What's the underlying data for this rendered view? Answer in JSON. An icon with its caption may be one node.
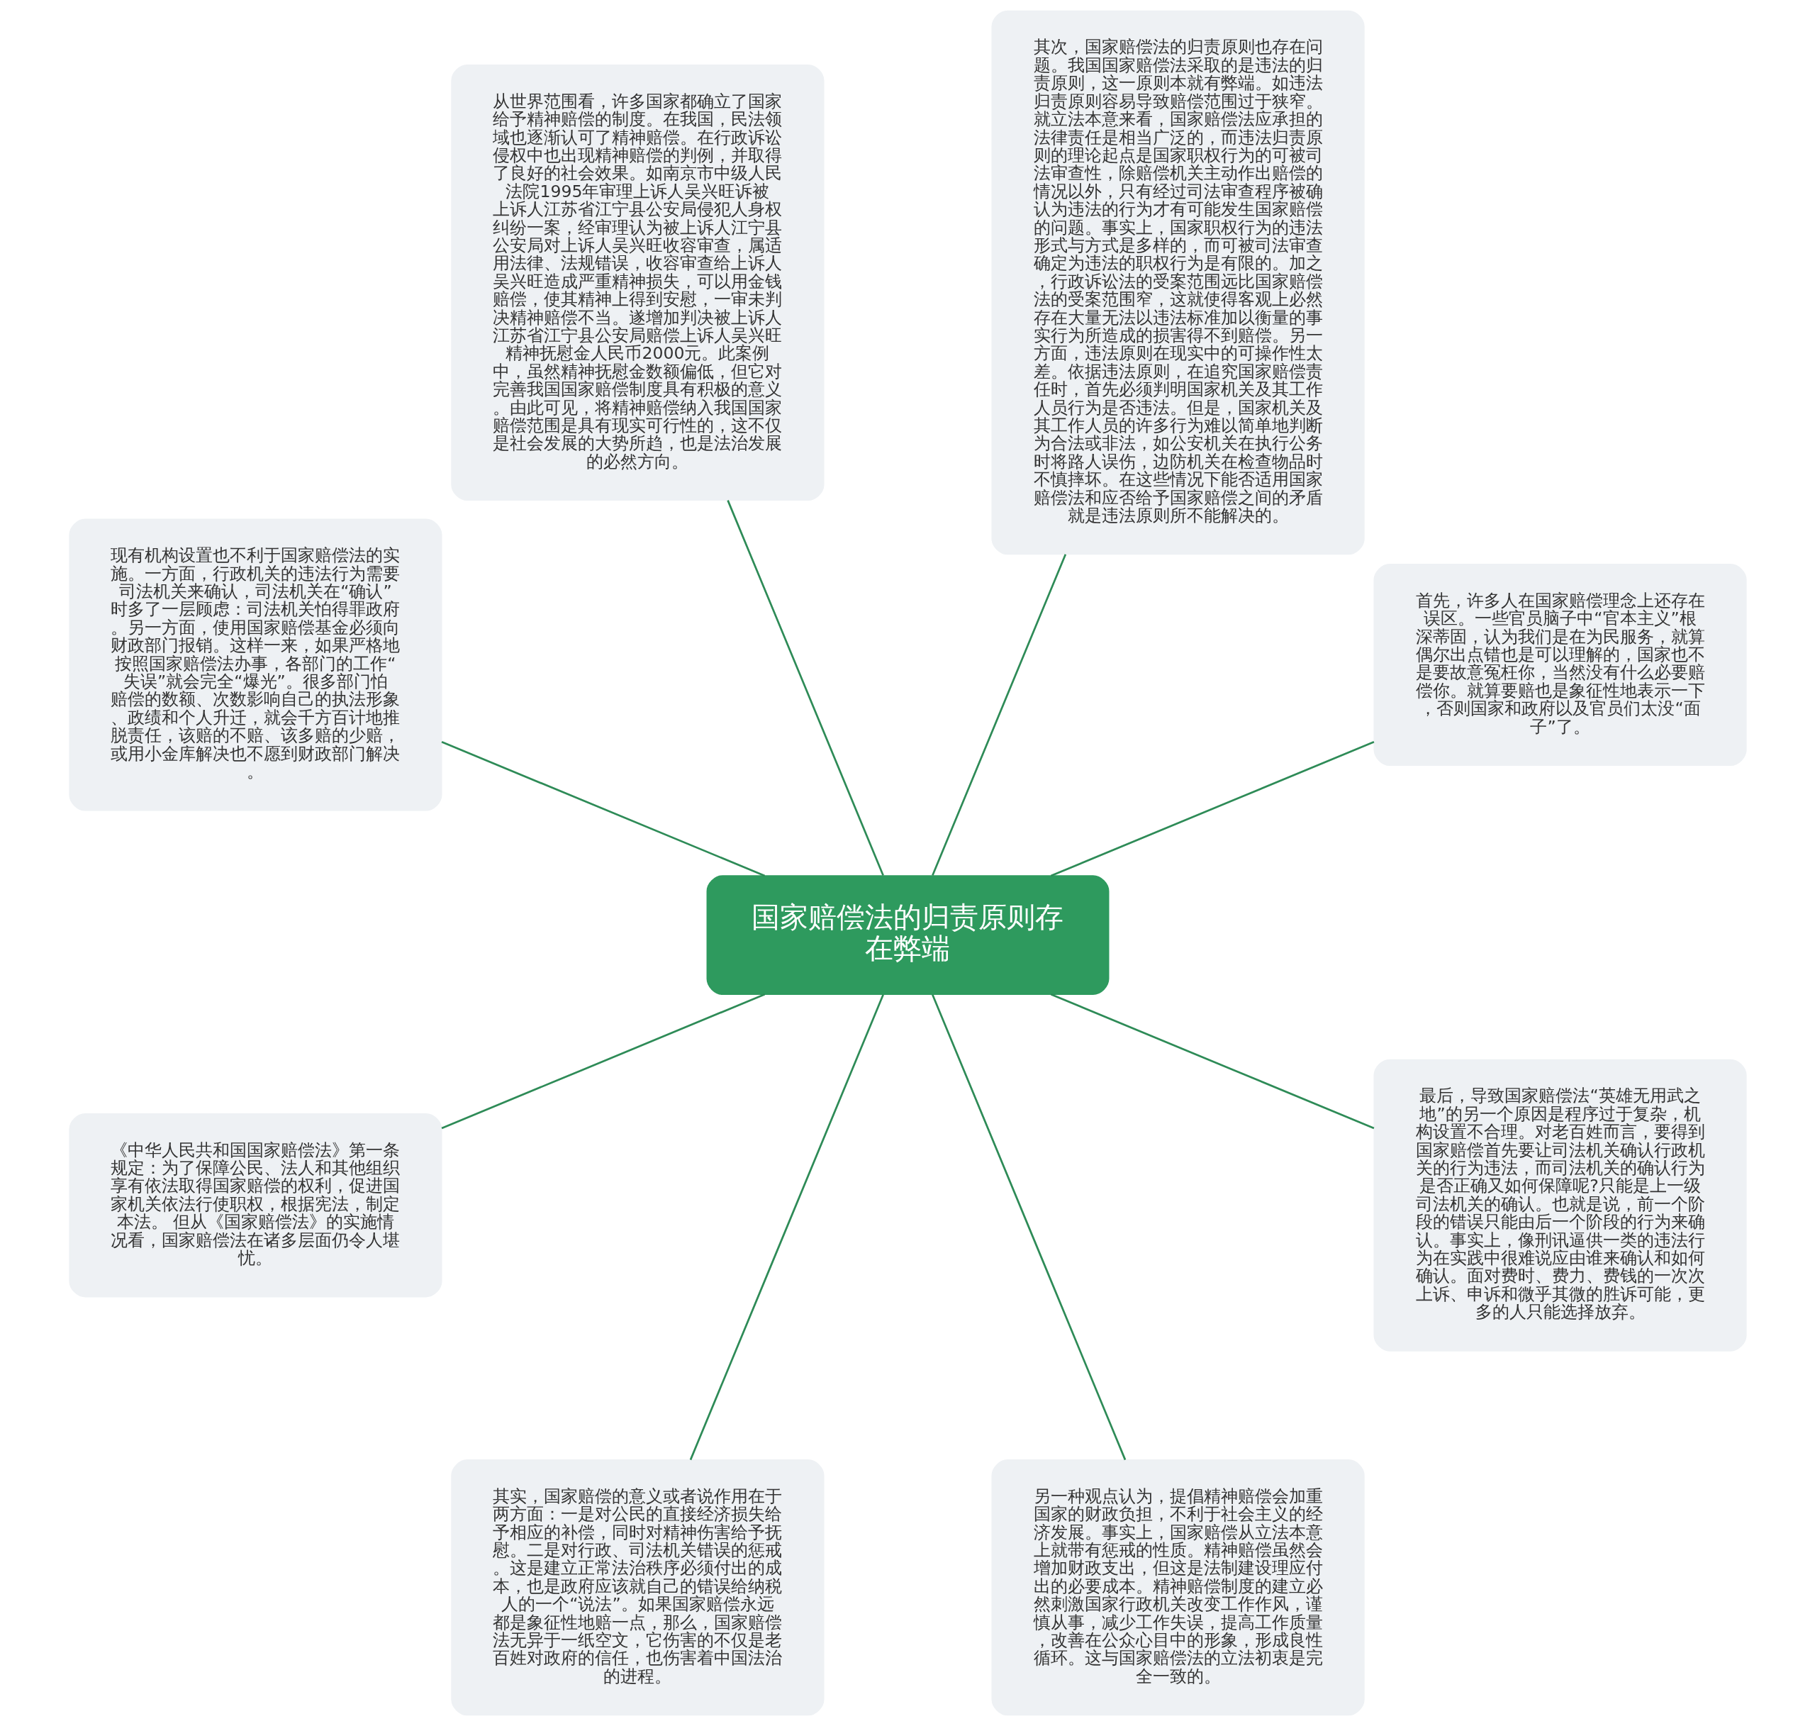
{
  "diagram": {
    "nodes": [
      {
        "text": [
          "国家赔偿法的归责原则存在弊端"
        ]
      },
      {
        "text": [
          "首先，许多人在国家赔偿理念上还存在误区。一些官员脑子中“官本主义”根深蒂固，认为我们是在为民服务，就算偶尔出点错也是可以理解的，国家也不是要故意冤枉你，当然没有什么必要赔偿你。就算要赔也是象征性地表示一下，否则国家和政府以及官员们太没“面子”了。"
        ]
      },
      {
        "text": [
          "其次，国家赔偿法的归责原则也存在问题。我国国家赔偿法采取的是违法的归责原则，这一原则本就有弊端。如违法归责原则容易导致赔偿范围过于狭窄。就立法本意来看，国家赔偿法应承担的法律责任是相当广泛的，而违法归责原则的理论起点是国家职权行为的可被司法审查性，除赔偿机关主动作出赔偿的情况以外，只有经过司法审查程序被确认为违法的行为才有可能发生国家赔偿的问题。事实上，国家职权行为的违法形式与方式是多样的，而可被司法审查确定为违法的职权行为是有限的。加之，行政诉讼法的受案范围远比国家赔偿法的受案范围窄，这就使得客观上必然存在大量无法以违法标准加以衡量的事实行为所造成的损害得不到赔偿。另一方面，违法原则在现实中的可操作性太差。依据违法原则，在追究国家赔偿责任时，首先必须判明国家机关及其工作人员行为是否违法。但是，国家机关及其工作人员的许多行为难以简单地判断为合法或非法，如公安机关在执行公务时将路人误伤，边防机关在检查物品时不慎摔坏。在这些情况下能否适用国家赔偿法和应否给予国家赔偿之间的矛盾就是违法原则所不能解决的。"
        ]
      },
      {
        "text": [
          "从世界范围看，许多国家都确立了国家给予精神赔偿的制度。在我国，民法领域也逐渐认可了精神赔偿。在行政诉讼侵权中也出现精神赔偿的判例，并取得了良好的社会效果。如南京市中级人民法院1995年审理上诉人吴兴旺诉被上诉人江苏省江宁县公安局侵犯人身权纠纷一案，经审理认为被上诉人江宁县公安局对上诉人吴兴旺收容审查，属适用法律、法规错误，收容审查给上诉人吴兴旺造成严重精神损失，可以用金钱赔偿，使其精神上得到安慰，一审未判决精神赔偿不当。遂增加判决被上诉人江苏省江宁县公安局赔偿上诉人吴兴旺精神抚慰金人民币2000元。此案例中，虽然精神抚慰金数额偏低，但它对完善我国国家赔偿制度具有积极的意义。由此可见，将精神赔偿纳入我国国家赔偿范围是具有现实可行性的，这不仅是社会发展的大势所趋，也是法治发展的必然方向。"
        ]
      },
      {
        "text": [
          "现有机构设置也不利于国家赔偿法的实施。一方面，行政机关的违法行为需要司法机关来确认，司法机关在“确认”时多了一层顾虑：司法机关怕得罪政府。另一方面，使用国家赔偿基金必须向财政部门报销。这样一来，如果严格地按照国家赔偿法办事，各部门的工作“失误”就会完全“爆光”。很多部门怕赔偿的数额、次数影响自己的执法形象、政绩和个人升迁，就会千方百计地推脱责任，该赔的不赔、该多赔的少赔，或用小金库解决也不愿到财政部门解决。"
        ]
      },
      {
        "text": [
          "《中华人民共和国国家赔偿法》第一条规定：为了保障公民、法人和其他组织享有依法取得国家赔偿的权利，促进国家机关依法行使职权，根据宪法，制定本法。 但从《国家赔偿法》的实施情况看，国家赔偿法在诸多层面仍令人堪忧。"
        ]
      },
      {
        "text": [
          "其实，国家赔偿的意义或者说作用在于两方面：一是对公民的直接经济损失给予相应的补偿，同时对精神伤害给予抚慰。二是对行政、司法机关错误的惩戒。这是建立正常法治秩序必须付出的成本，也是政府应该就自己的错误给纳税人的一个“说法”。如果国家赔偿永远都是象征性地赔一点，那么，国家赔偿法无异于一纸空文，它伤害的不仅是老百姓对政府的信任，也伤害着中国法治的进程。"
        ]
      },
      {
        "text": [
          "另一种观点认为，提倡精神赔偿会加重国家的财政负担，不利于社会主义的经济发展。事实上，国家赔偿从立法本意上就带有惩戒的性质。精神赔偿虽然会增加财政支出，但这是法制建设理应付出的必要成本。精神赔偿制度的建立必然刺激国家行政机关改变工作作风，谨慎从事，减少工作失误，提高工作质量，改善在公众心目中的形象，形成良性循环。这与国家赔偿法的立法初衷是完全一致的。"
        ]
      },
      {
        "text": [
          "最后，导致国家赔偿法“英雄无用武之地”的另一个原因是程序过于复杂，机构设置不合理。对老百姓而言，要得到国家赔偿首先要让司法机关确认行政机关的行为违法，而司法机关的确认行为是否正确又如何保障呢?只能是上一级司法机关的确认。也就是说，前一个阶段的错误只能由后一个阶段的行为来确认。事实上，像刑讯逼供一类的违法行为在实践中很难说应由谁来确认和如何确认。面对费时、费力、费钱的一次次上诉、申诉和微乎其微的胜诉可能，更多的人只能选择放弃。"
        ]
      }
    ],
    "edges": [
      {
        "from": 0,
        "to": 1,
        "arrow": "none"
      },
      {
        "from": 0,
        "to": 2,
        "arrow": "none"
      },
      {
        "from": 0,
        "to": 3,
        "arrow": "none"
      },
      {
        "from": 0,
        "to": 4,
        "arrow": "none"
      },
      {
        "from": 0,
        "to": 5,
        "arrow": "none"
      },
      {
        "from": 0,
        "to": 6,
        "arrow": "none"
      },
      {
        "from": 0,
        "to": 7,
        "arrow": "none"
      },
      {
        "from": 0,
        "to": 8,
        "arrow": "none"
      }
    ]
  }
}
